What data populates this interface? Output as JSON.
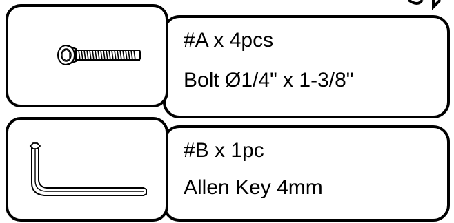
{
  "parts": [
    {
      "id_label": "#A x 4pcs",
      "description": "Bolt Ø1/4\" x 1-3/8\"",
      "icon": "bolt-icon"
    },
    {
      "id_label": "#B x 1pc",
      "description": "Allen Key 4mm",
      "icon": "allen-key-icon"
    }
  ],
  "colors": {
    "stroke": "#000000",
    "background": "#ffffff"
  }
}
